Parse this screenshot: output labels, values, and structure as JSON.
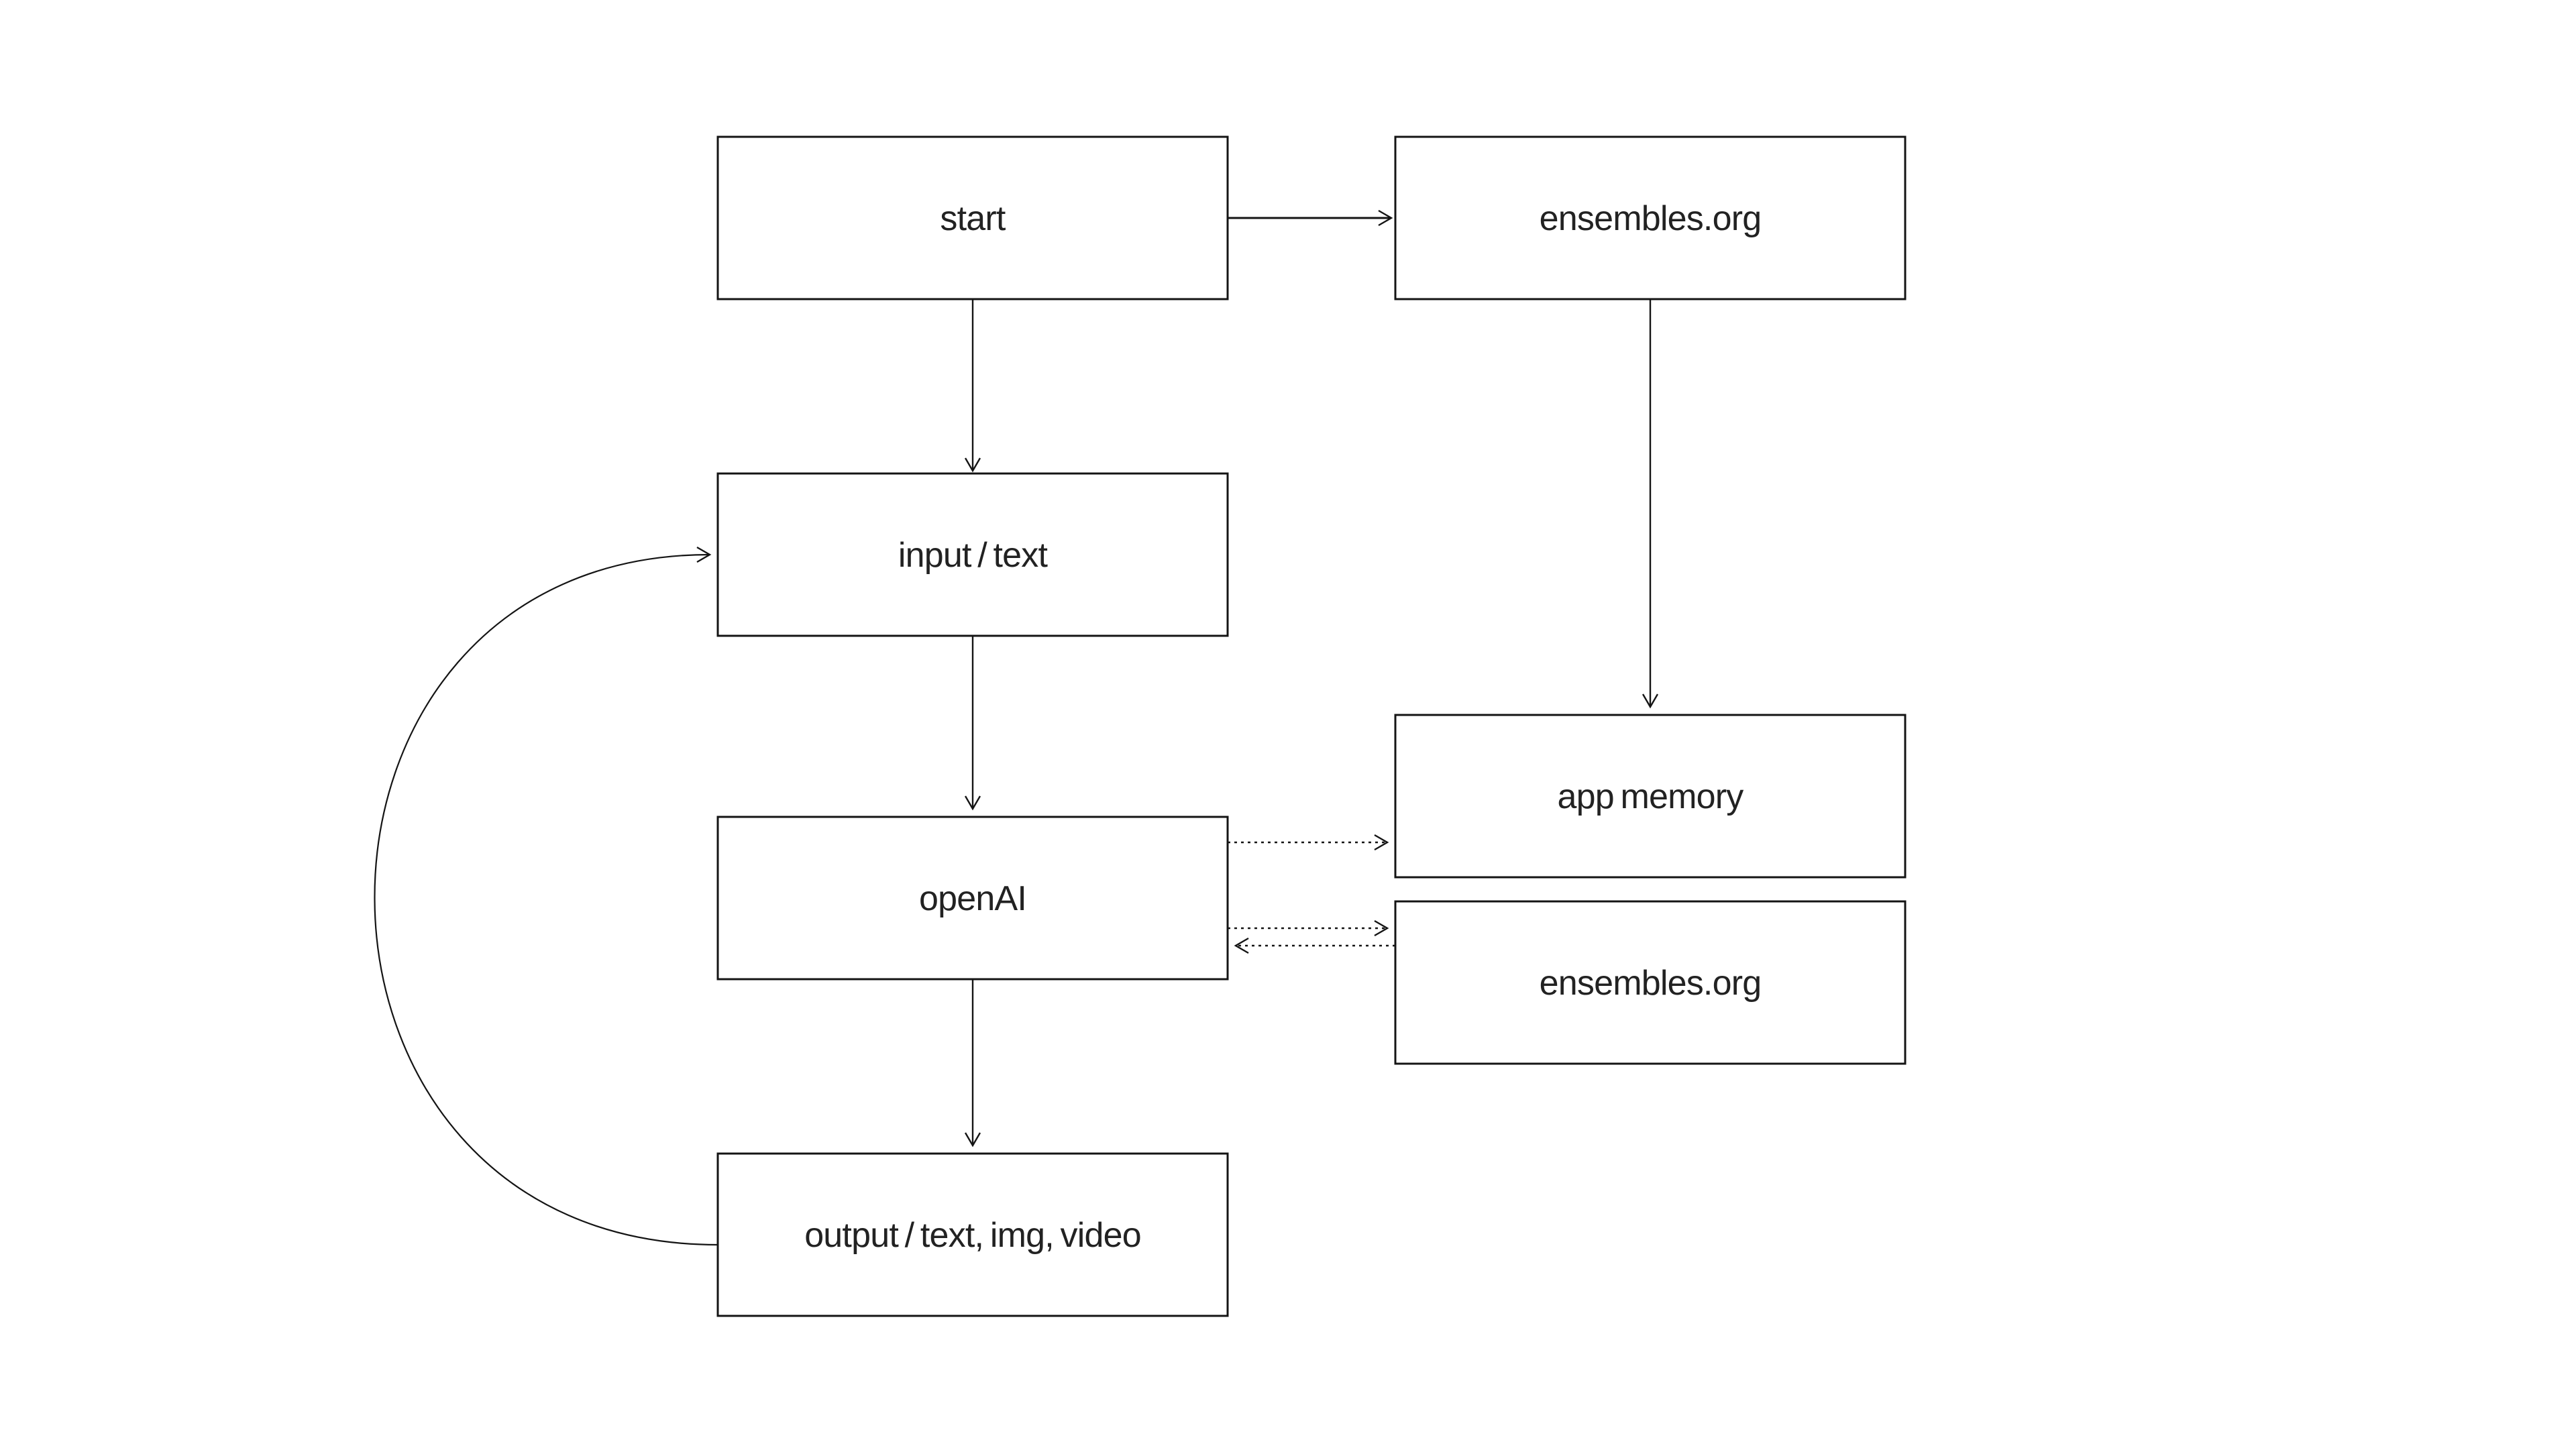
{
  "diagram": {
    "colors": {
      "background": "#ffffff",
      "line": "#141414",
      "text": "#222222"
    },
    "nodes": [
      {
        "id": "start",
        "label": "start"
      },
      {
        "id": "ensembles-top",
        "label": "ensembles.org"
      },
      {
        "id": "input",
        "label": "input / text"
      },
      {
        "id": "app-memory",
        "label": "app memory"
      },
      {
        "id": "openai",
        "label": "openAI"
      },
      {
        "id": "ensembles-bottom",
        "label": "ensembles.org"
      },
      {
        "id": "output",
        "label": "output / text, img, video"
      }
    ],
    "connections": [
      {
        "from": "start",
        "to": "ensembles-top",
        "style": "solid",
        "direction": "right"
      },
      {
        "from": "start",
        "to": "input",
        "style": "solid",
        "direction": "down"
      },
      {
        "from": "ensembles-top",
        "to": "app-memory",
        "style": "solid",
        "direction": "down"
      },
      {
        "from": "input",
        "to": "openai",
        "style": "solid",
        "direction": "down"
      },
      {
        "from": "openai",
        "to": "output",
        "style": "solid",
        "direction": "down"
      },
      {
        "from": "openai",
        "to": "app-memory",
        "style": "dotted",
        "direction": "right"
      },
      {
        "from": "openai",
        "to": "ensembles-bottom",
        "style": "dotted",
        "direction": "right"
      },
      {
        "from": "ensembles-bottom",
        "to": "openai",
        "style": "dotted",
        "direction": "left"
      },
      {
        "from": "output",
        "to": "input",
        "style": "curved",
        "direction": "loop-back-left"
      }
    ]
  }
}
